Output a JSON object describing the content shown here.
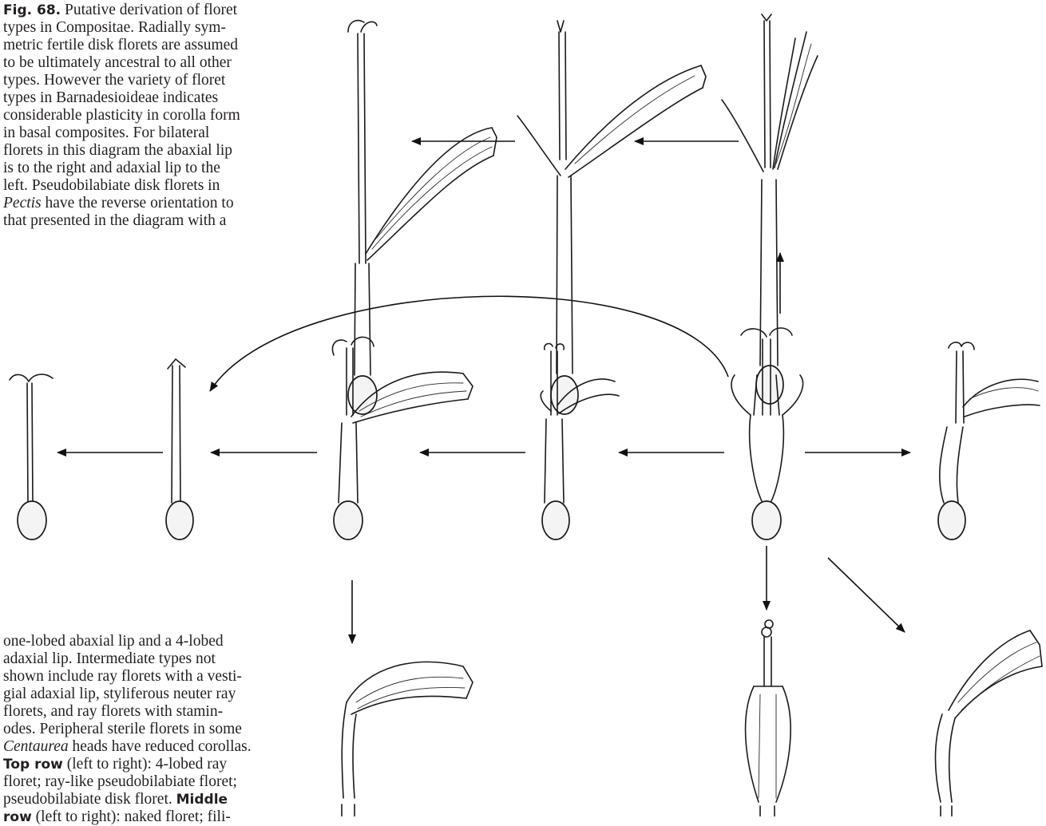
{
  "caption": {
    "fig_label": "Fig. 68.",
    "top_lines": [
      {
        "pre": "",
        "bold": "Fig. 68.",
        "text": " Putative derivation of floret"
      },
      {
        "text": "types in Compositae. Radially sym-"
      },
      {
        "text": "metric fertile disk florets are assumed"
      },
      {
        "text": "to be ultimately ancestral to all other"
      },
      {
        "text": "types. However the variety of floret"
      },
      {
        "text": "types in Barnadesioideae indicates"
      },
      {
        "text": "considerable plasticity in corolla form"
      },
      {
        "text": "in basal composites. For bilateral"
      },
      {
        "text": "florets in this diagram the abaxial lip"
      },
      {
        "text": "is to the right and adaxial lip to the"
      },
      {
        "text": "left. Pseudobilabiate disk florets in"
      },
      {
        "italic": "Pectis",
        "text": " have the reverse orientation to"
      },
      {
        "text": "that presented in the diagram with a"
      }
    ],
    "bottom_lines": [
      {
        "text": "one-lobed abaxial lip and a 4-lobed"
      },
      {
        "text": "adaxial lip. Intermediate types not"
      },
      {
        "text": "shown include ray florets with a vesti-"
      },
      {
        "text": "gial adaxial lip, styliferous neuter ray"
      },
      {
        "text": "florets, and ray florets with stamin-"
      },
      {
        "text": "odes. Peripheral sterile florets in some"
      },
      {
        "italic": "Centaurea",
        "text": " heads have reduced corollas."
      },
      {
        "bold": "Top row",
        "text": " (left to right): 4-lobed ray"
      },
      {
        "text": "floret; ray-like pseudobilabiate floret;"
      },
      {
        "text": "pseudobilabiate disk floret. ",
        "bold_after": "Middle"
      },
      {
        "bold": "row",
        "text": " (left to right): naked floret; fili-"
      }
    ]
  },
  "figure": {
    "florets": [
      {
        "id": "four-lobed-ray-floret",
        "row": "top"
      },
      {
        "id": "ray-like-pseudobilabiate-floret",
        "row": "top"
      },
      {
        "id": "pseudobilabiate-disk-floret",
        "row": "top"
      },
      {
        "id": "naked-floret",
        "row": "middle"
      },
      {
        "id": "filiform-floret",
        "row": "middle"
      },
      {
        "id": "ray-floret",
        "row": "middle"
      },
      {
        "id": "bilabiate-floret",
        "row": "middle"
      },
      {
        "id": "disk-floret",
        "row": "middle"
      },
      {
        "id": "right-ray-floret",
        "row": "middle"
      },
      {
        "id": "neuter-ray-floret",
        "row": "bottom"
      },
      {
        "id": "sterile-disk-floret",
        "row": "bottom"
      },
      {
        "id": "ligulate-floret",
        "row": "bottom"
      }
    ],
    "ink_color": "#1a1a1a"
  }
}
